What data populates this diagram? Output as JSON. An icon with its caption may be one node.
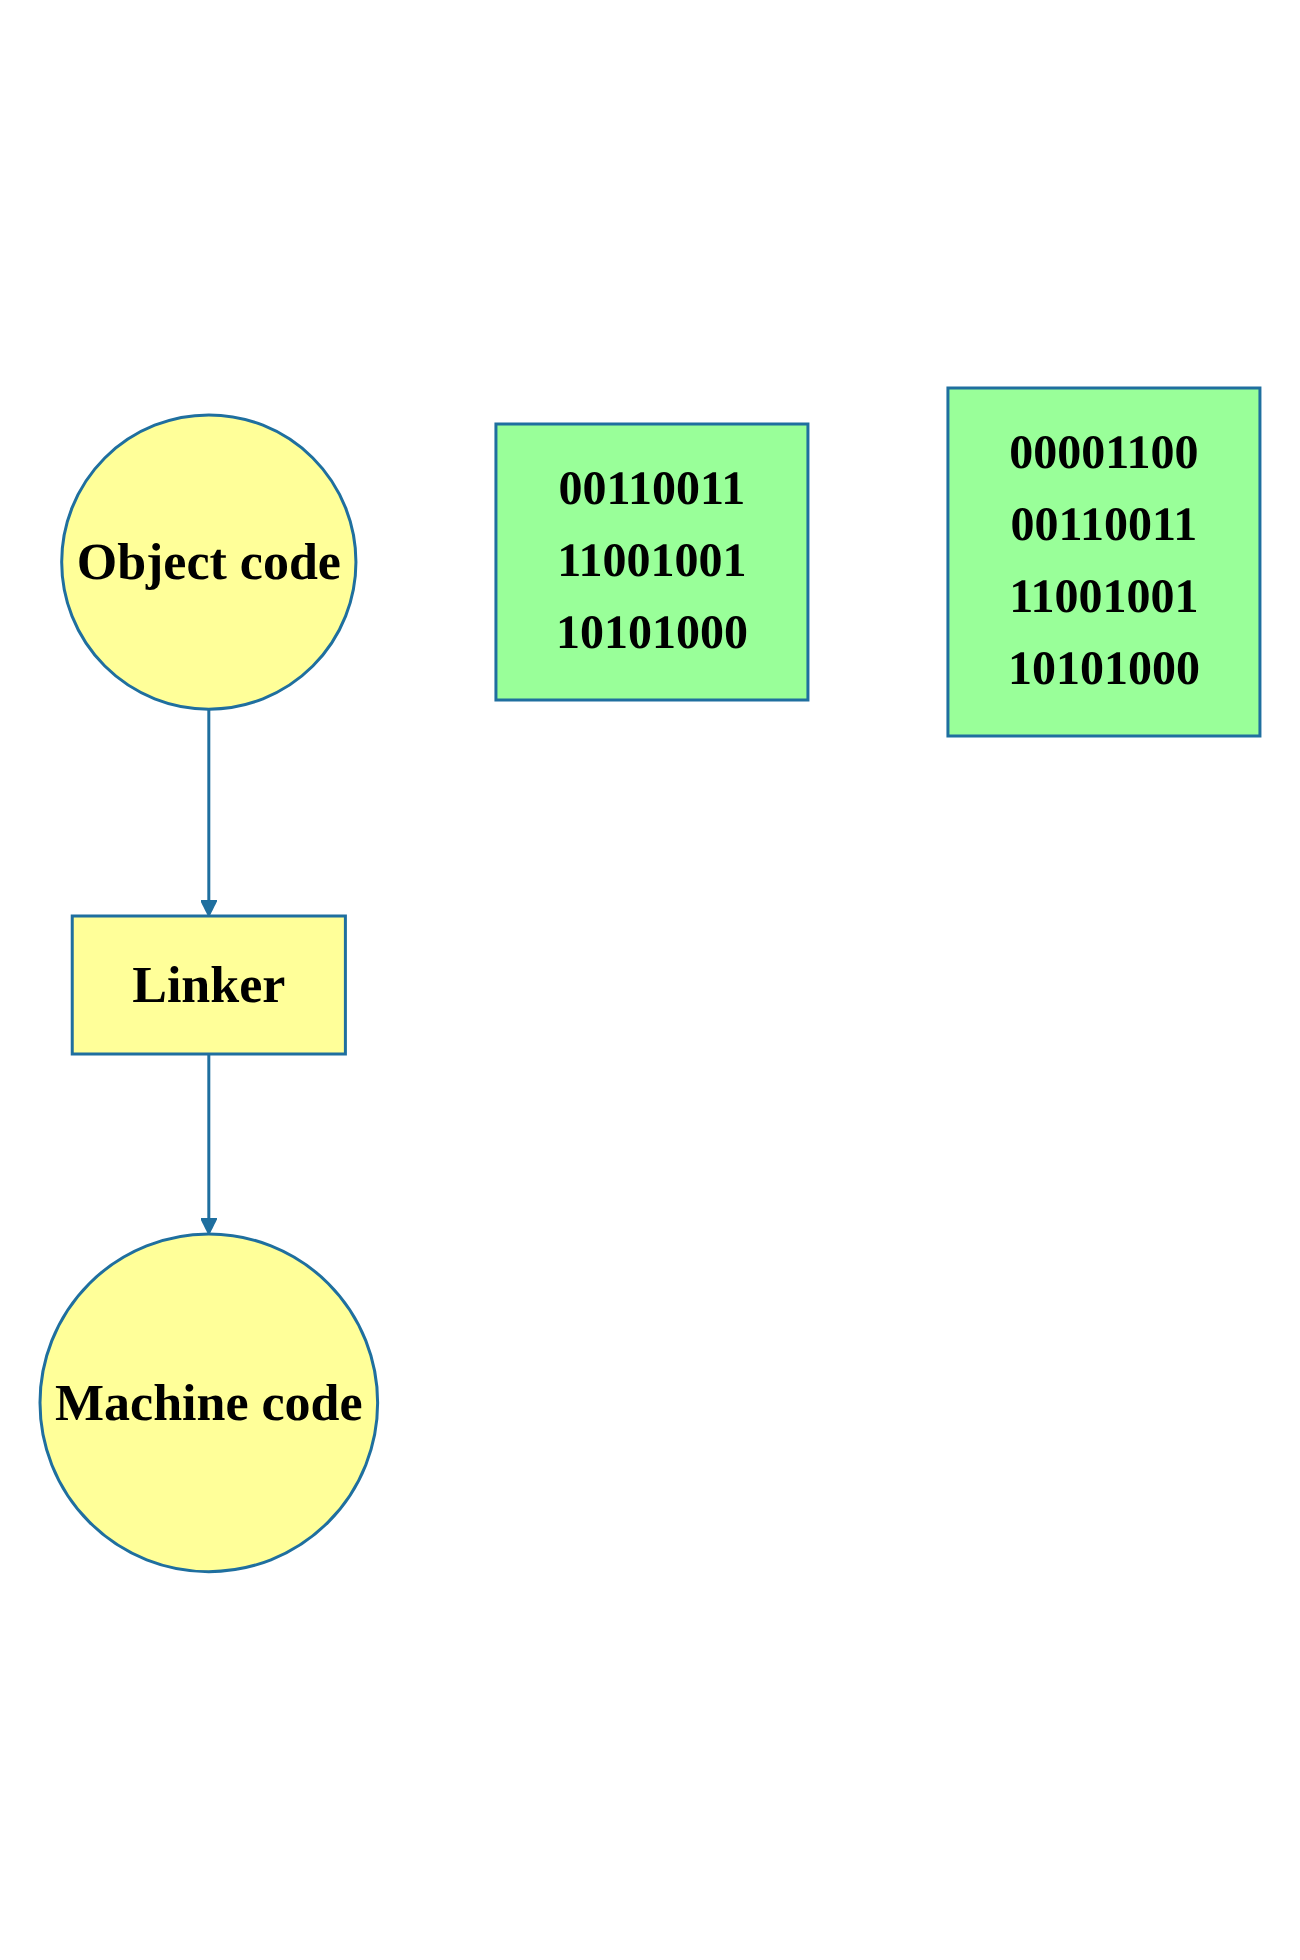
{
  "diagram": {
    "nodes": [
      {
        "text": [
          "Object code"
        ]
      },
      {
        "text": [
          "00110011",
          "11001001",
          "10101000"
        ]
      },
      {
        "text": [
          "Linker"
        ]
      },
      {
        "text": [
          "Machine code"
        ]
      },
      {
        "text": [
          "00001100",
          "00110011",
          "11001001",
          "10101000"
        ]
      }
    ],
    "edges": [
      {
        "from": 0,
        "to": 2,
        "arrow": "to"
      },
      {
        "from": 2,
        "to": 3,
        "arrow": "to"
      }
    ]
  }
}
